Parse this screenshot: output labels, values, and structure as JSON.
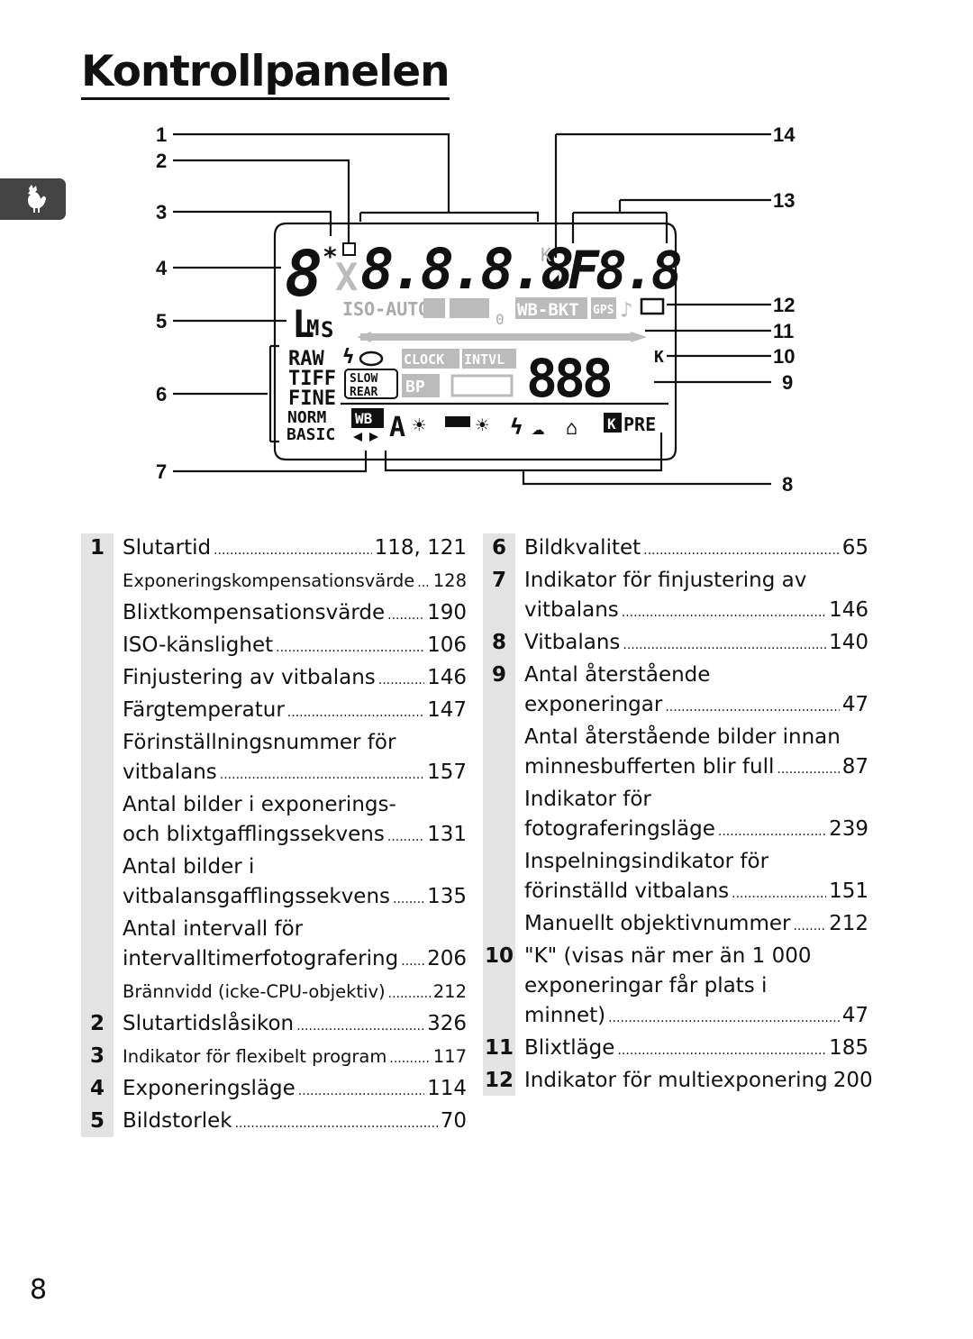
{
  "page": {
    "title": "Kontrollpanelen",
    "page_number": "8",
    "side_tab_icon": "setup-rooster-icon"
  },
  "diagram": {
    "callouts": [
      "1",
      "2",
      "3",
      "4",
      "5",
      "6",
      "7",
      "8",
      "9",
      "10",
      "11",
      "12",
      "13",
      "14"
    ],
    "lcd": {
      "big_digits": "8.8.8.8",
      "digit_9": "8",
      "star": "*",
      "x_mark": "X",
      "f_label": "F8.8",
      "delta": "◢",
      "iso_auto": "ISO-AUTO",
      "wb_bkt": "WB-BKT",
      "gps": "GPS",
      "mode_m": "M",
      "mode_s": "S",
      "mode_l": "L",
      "raw": "RAW",
      "tiff": "TIFF",
      "fine": "FINE",
      "norm": "NORM",
      "basic": "BASIC",
      "slow": "SLOW",
      "rear": "REAR",
      "clock": "CLOCK",
      "intvl": "INTVL",
      "bp": "BP",
      "digits_888": "888",
      "k_mark": "K",
      "wb": "WB",
      "wb_a": "A",
      "pre": "PRE",
      "zero": "0"
    }
  },
  "left_entries": [
    {
      "num": "1",
      "lines": [
        {
          "label": "Slutartid",
          "page": "118, 121"
        }
      ]
    },
    {
      "num": "",
      "lines": [
        {
          "label": "Exponeringskompensationsvärde",
          "page": "128",
          "small": true
        }
      ]
    },
    {
      "num": "",
      "lines": [
        {
          "label": "Blixtkompensationsvärde",
          "page": "190"
        }
      ]
    },
    {
      "num": "",
      "lines": [
        {
          "label": "ISO-känslighet",
          "page": "106"
        }
      ]
    },
    {
      "num": "",
      "lines": [
        {
          "label": "Finjustering av vitbalans",
          "page": "146"
        }
      ]
    },
    {
      "num": "",
      "lines": [
        {
          "label": "Färgtemperatur",
          "page": "147"
        }
      ]
    },
    {
      "num": "",
      "lines": [
        {
          "label": "Förinställningsnummer för",
          "page": ""
        },
        {
          "label": "vitbalans",
          "page": "157"
        }
      ]
    },
    {
      "num": "",
      "lines": [
        {
          "label": "Antal bilder i exponerings-",
          "page": ""
        },
        {
          "label": "och blixtgafflingssekvens",
          "page": "131"
        }
      ]
    },
    {
      "num": "",
      "lines": [
        {
          "label": "Antal bilder i",
          "page": ""
        },
        {
          "label": "vitbalansgafflingssekvens",
          "page": "135"
        }
      ]
    },
    {
      "num": "",
      "lines": [
        {
          "label": "Antal intervall för",
          "page": ""
        },
        {
          "label": "intervalltimerfotografering",
          "page": "206"
        }
      ]
    },
    {
      "num": "",
      "lines": [
        {
          "label": "Brännvidd (icke-CPU-objektiv)",
          "page": "212",
          "small": true
        }
      ]
    },
    {
      "num": "2",
      "lines": [
        {
          "label": "Slutartidslåsikon",
          "page": "326"
        }
      ]
    },
    {
      "num": "3",
      "lines": [
        {
          "label": "Indikator för flexibelt program",
          "page": "117",
          "small": true
        }
      ]
    },
    {
      "num": "4",
      "lines": [
        {
          "label": "Exponeringsläge",
          "page": "114"
        }
      ]
    },
    {
      "num": "5",
      "lines": [
        {
          "label": "Bildstorlek",
          "page": "70"
        }
      ]
    }
  ],
  "right_entries": [
    {
      "num": "6",
      "lines": [
        {
          "label": "Bildkvalitet",
          "page": "65"
        }
      ]
    },
    {
      "num": "7",
      "lines": [
        {
          "label": "Indikator för finjustering av",
          "page": ""
        },
        {
          "label": "vitbalans",
          "page": "146"
        }
      ]
    },
    {
      "num": "8",
      "lines": [
        {
          "label": "Vitbalans",
          "page": "140"
        }
      ]
    },
    {
      "num": "9",
      "lines": [
        {
          "label": "Antal återstående",
          "page": ""
        },
        {
          "label": "exponeringar",
          "page": "47"
        }
      ]
    },
    {
      "num": "",
      "lines": [
        {
          "label": "Antal återstående bilder innan",
          "page": ""
        },
        {
          "label": "minnesbufferten blir full",
          "page": "87"
        }
      ]
    },
    {
      "num": "",
      "lines": [
        {
          "label": "Indikator för",
          "page": ""
        },
        {
          "label": "fotograferingsläge",
          "page": "239"
        }
      ]
    },
    {
      "num": "",
      "lines": [
        {
          "label": "Inspelningsindikator för",
          "page": ""
        },
        {
          "label": "förinställd vitbalans",
          "page": "151"
        }
      ]
    },
    {
      "num": "",
      "lines": [
        {
          "label": "Manuellt objektivnummer",
          "page": "212"
        }
      ]
    },
    {
      "num": "10",
      "lines": [
        {
          "label": "\"K\" (visas när mer än 1 000",
          "page": ""
        },
        {
          "label": "exponeringar får plats i",
          "page": ""
        },
        {
          "label": "minnet)",
          "page": "47"
        }
      ]
    },
    {
      "num": "11",
      "lines": [
        {
          "label": "Blixtläge",
          "page": "185"
        }
      ]
    },
    {
      "num": "12",
      "lines": [
        {
          "label": "Indikator för multiexponering",
          "page": "200"
        }
      ]
    }
  ]
}
